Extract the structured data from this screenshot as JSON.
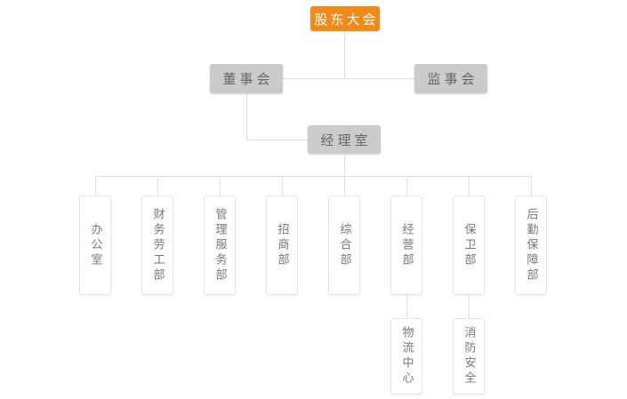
{
  "org_chart": {
    "root": {
      "label": "股东大会"
    },
    "level2": [
      {
        "label": "董事会"
      },
      {
        "label": "监事会"
      }
    ],
    "level3": {
      "label": "经理室"
    },
    "departments": [
      {
        "label": "办公室"
      },
      {
        "label": "财务劳工部"
      },
      {
        "label": "管理服务部"
      },
      {
        "label": "招商部"
      },
      {
        "label": "综合部"
      },
      {
        "label": "经营部"
      },
      {
        "label": "保卫部"
      },
      {
        "label": "后勤保障部"
      }
    ],
    "sub_departments": [
      {
        "label": "物流中心",
        "parent_label": "经营部"
      },
      {
        "label": "消防安全",
        "parent_label": "保卫部"
      }
    ],
    "colors": {
      "root_bg": "#F08A1B",
      "root_text": "#FFFFFF",
      "branch_bg": "#CBCBCB",
      "branch_text": "#666666",
      "leaf_bg": "#FFFFFF",
      "leaf_border": "#E5E5E5",
      "leaf_text": "#777777",
      "connector": "#E0E0E0",
      "background": "#FFFFFF"
    }
  }
}
